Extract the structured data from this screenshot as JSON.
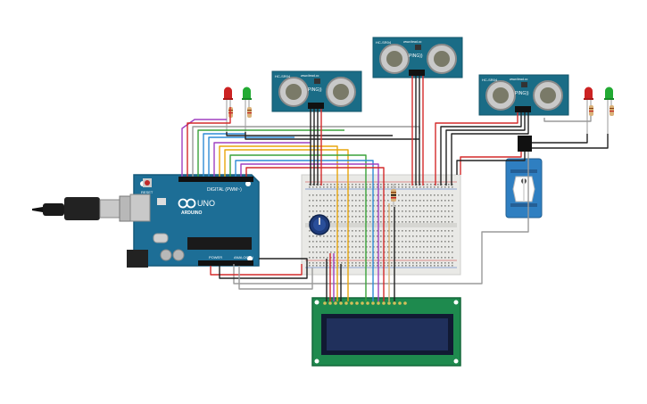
{
  "arduino": {
    "brand": "ARDUINO",
    "model": "UNO",
    "digital_label": "DIGITAL (PWM~)",
    "power_label": "POWER",
    "analog_label": "ANALOG IN",
    "reset_label": "RESET"
  },
  "sensors": [
    {
      "model": "HC-SR04",
      "brand": "PING))",
      "url": "www.itead.cc"
    },
    {
      "model": "HC-SR04",
      "brand": "PING))",
      "url": "www.itead.cc"
    },
    {
      "model": "HC-SR04",
      "brand": "PING))",
      "url": "www.itead.cc"
    }
  ],
  "colors": {
    "pcb_blue": "#1d6e96",
    "sensor_teal": "#1a6c86",
    "breadboard": "#e9e9e6",
    "lcd_green": "#1e8a4e",
    "lcd_screen": "#20305c",
    "servo_blue": "#2f7fc1",
    "wire_red": "#d42a2a",
    "wire_black": "#222222",
    "wire_yellow": "#e8a50c",
    "wire_green": "#3aa23a",
    "wire_blue": "#2f8bd6",
    "wire_purple": "#a040c0",
    "wire_gray": "#9a9a9a",
    "led_red": "#cc2222",
    "led_green": "#22aa33"
  },
  "icons": [
    "usb-cable-icon",
    "potentiometer-icon",
    "servo-icon",
    "led-icon",
    "resistor-icon"
  ]
}
